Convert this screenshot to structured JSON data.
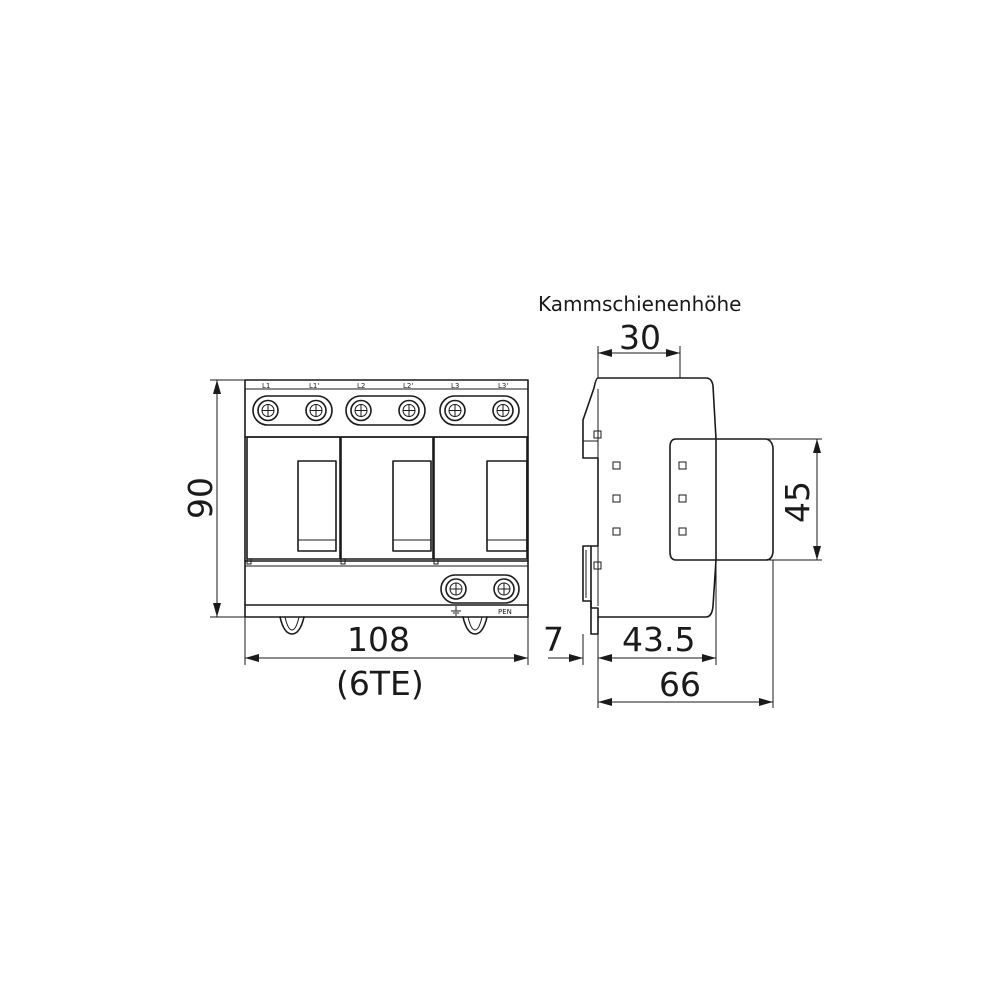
{
  "front_view": {
    "terminal_labels_top": [
      "L1",
      "L1'",
      "L2",
      "L2'",
      "L3",
      "L3'"
    ],
    "terminal_label_bottom": "PEN",
    "ground_symbol": "ground-icon"
  },
  "dimensions": {
    "height": "90",
    "width": "108",
    "width_units": "(6TE)",
    "rail_offset": "7",
    "depth_front": "43.5",
    "depth_total": "66",
    "busbar_height": "30",
    "busbar_label": "Kammschienenhöhe",
    "module_height": "45"
  }
}
